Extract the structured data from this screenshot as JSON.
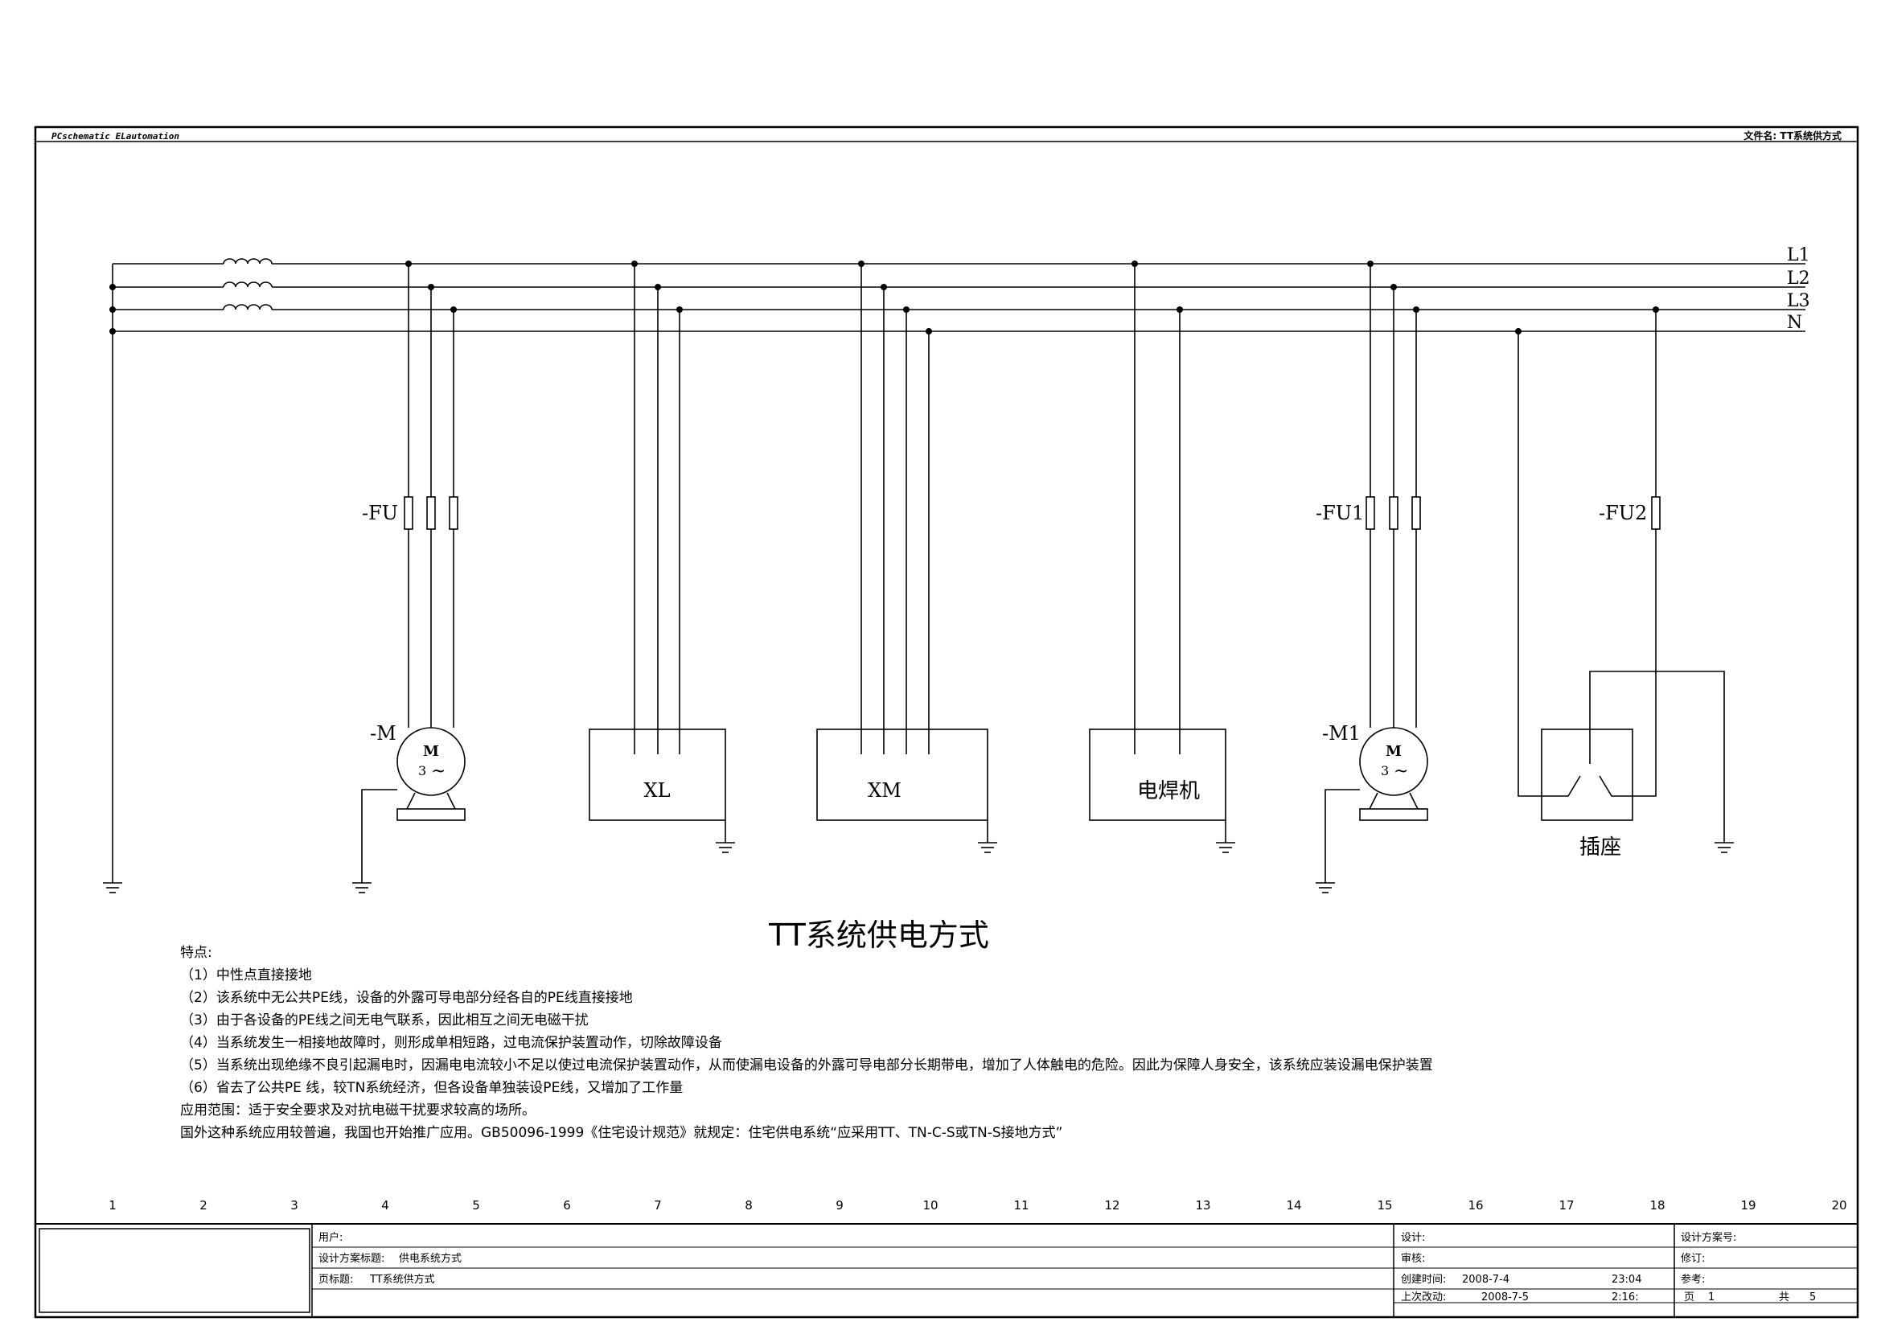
{
  "header": {
    "software": "PCschematic ELautomation",
    "filename": "文件名: TT系统供方式"
  },
  "bus": {
    "labels": [
      "L1",
      "L2",
      "L3",
      "N"
    ]
  },
  "fuses": {
    "fu": "-FU",
    "fu1": "-FU1",
    "fu2": "-FU2"
  },
  "motors": {
    "m_label": "-M",
    "m1_label": "-M1",
    "symbol_m": "M",
    "symbol_3": "3",
    "symbol_ac": "~"
  },
  "loads": {
    "xl": "XL",
    "xm": "XM",
    "welder": "电焊机",
    "socket": "插座"
  },
  "title": "TT系统供电方式",
  "notes": [
    "特点:",
    "（1）中性点直接接地",
    "（2）该系统中无公共PE线，设备的外露可导电部分经各自的PE线直接接地",
    "（3）由于各设备的PE线之间无电气联系，因此相互之间无电磁干扰",
    "（4）当系统发生一相接地故障时，则形成单相短路，过电流保护装置动作，切除故障设备",
    "（5）当系统出现绝缘不良引起漏电时，因漏电电流较小不足以使过电流保护装置动作，从而使漏电设备的外露可导电部分长期带电，增加了人体触电的危险。因此为保障人身安全，该系统应装设漏电保护装置",
    "（6）省去了公共PE 线，较TN系统经济，但各设备单独装设PE线，又增加了工作量",
    "应用范围：适于安全要求及对抗电磁干扰要求较高的场所。",
    "国外这种系统应用较普遍，我国也开始推广应用。GB50096-1999《住宅设计规范》就规定：住宅供电系统“应采用TT、TN-C-S或TN-S接地方式”"
  ],
  "columns": [
    "1",
    "2",
    "3",
    "4",
    "5",
    "6",
    "7",
    "8",
    "9",
    "10",
    "11",
    "12",
    "13",
    "14",
    "15",
    "16",
    "17",
    "18",
    "19",
    "20"
  ],
  "titleblock": {
    "user": "用户:",
    "plan_title_label": "设计方案标题:",
    "plan_title_value": "供电系统方式",
    "page_title_label": "页标题:",
    "page_title_value": "TT系统供方式",
    "design": "设计:",
    "review": "审核:",
    "created_label": "创建时间:",
    "created_date": "2008-7-4",
    "created_time": "23:04",
    "modified_label": "上次改动:",
    "modified_date": "2008-7-5",
    "modified_time": "2:16:",
    "plan_no": "设计方案号:",
    "revision": "修订:",
    "reference": "参考:",
    "page_label": "页",
    "page_value": "1",
    "total_label": "共",
    "total_value": "5"
  }
}
